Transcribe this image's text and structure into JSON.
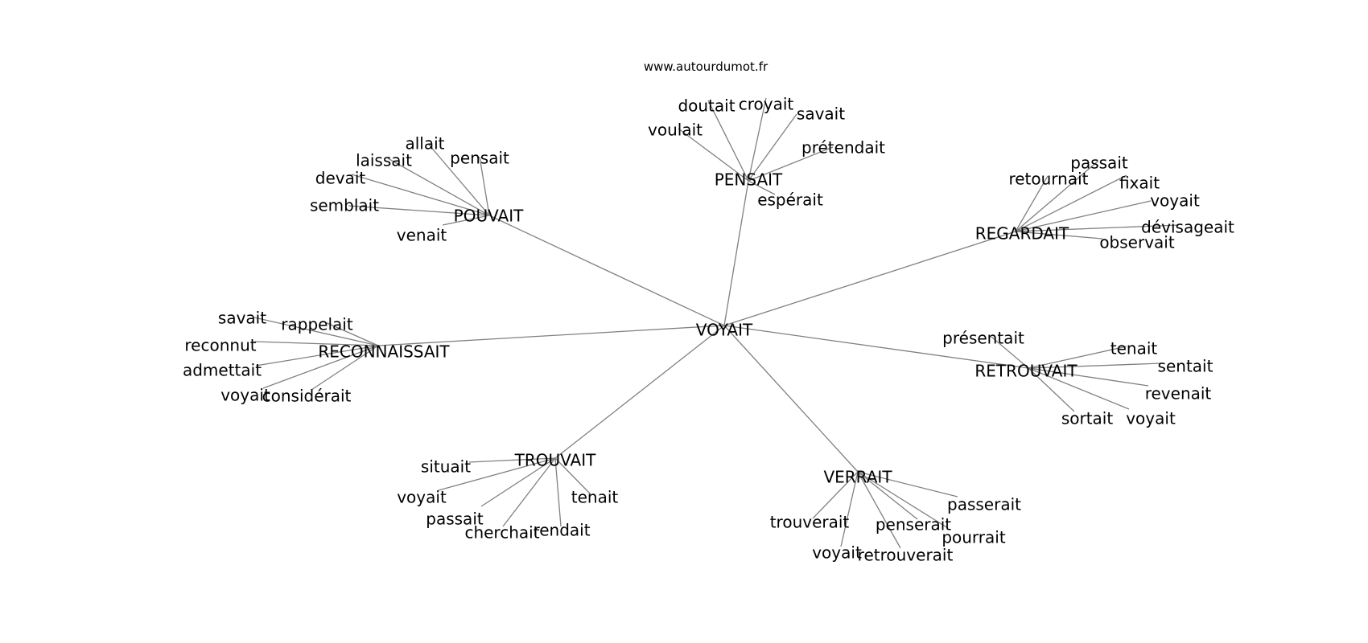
{
  "watermark": "www.autourdumot.fr",
  "colors": {
    "edge": "#808080",
    "text": "#000000",
    "background": "#ffffff"
  },
  "graph": {
    "center": {
      "id": "voyait",
      "label": "VOYAIT"
    },
    "hubs": [
      {
        "id": "pensait",
        "label": "PENSAIT",
        "leaves": [
          "doutait",
          "croyait",
          "savait",
          "voulait",
          "prétendait",
          "espérait"
        ]
      },
      {
        "id": "pouvait",
        "label": "POUVAIT",
        "leaves": [
          "allait",
          "pensait",
          "laissait",
          "devait",
          "semblait",
          "venait"
        ]
      },
      {
        "id": "regardait",
        "label": "REGARDAIT",
        "leaves": [
          "passait",
          "retournait",
          "fixait",
          "voyait",
          "dévisageait",
          "observait"
        ]
      },
      {
        "id": "reconnaissait",
        "label": "RECONNAISSAIT",
        "leaves": [
          "savait",
          "rappelait",
          "reconnut",
          "admettait",
          "voyait",
          "considérait"
        ]
      },
      {
        "id": "retrouvait",
        "label": "RETROUVAIT",
        "leaves": [
          "présentait",
          "tenait",
          "sentait",
          "revenait",
          "voyait",
          "sortait"
        ]
      },
      {
        "id": "trouvait",
        "label": "TROUVAIT",
        "leaves": [
          "situait",
          "voyait",
          "tenait",
          "passait",
          "cherchait",
          "rendait"
        ]
      },
      {
        "id": "verrait",
        "label": "VERRAIT",
        "leaves": [
          "passerait",
          "trouverait",
          "penserait",
          "pourrait",
          "voyait",
          "retrouverait"
        ]
      }
    ]
  }
}
